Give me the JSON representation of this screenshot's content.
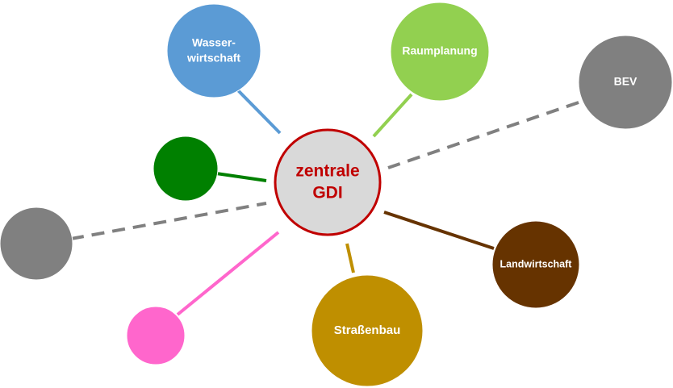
{
  "center": {
    "label_line1": "zentrale",
    "label_line2": "GDI",
    "fill": "#d9d9d9",
    "stroke": "#c00000",
    "text_color": "#c00000"
  },
  "nodes": {
    "wasserwirtschaft": {
      "label_line1": "Wasser-",
      "label_line2": "wirtschaft",
      "color": "#5b9bd5"
    },
    "raumplanung": {
      "label": "Raumplanung",
      "color": "#92d050"
    },
    "bev": {
      "label": "BEV",
      "color": "#808080"
    },
    "landwirtschaft": {
      "label": "Landwirtschaft",
      "color": "#663300"
    },
    "strassenbau": {
      "label": "Straßenbau",
      "color": "#bf8f00"
    },
    "pink": {
      "color": "#ff66cc"
    },
    "grey_left": {
      "color": "#808080"
    },
    "green": {
      "color": "#008000"
    }
  },
  "connectors": {
    "dashed_color": "#808080"
  }
}
